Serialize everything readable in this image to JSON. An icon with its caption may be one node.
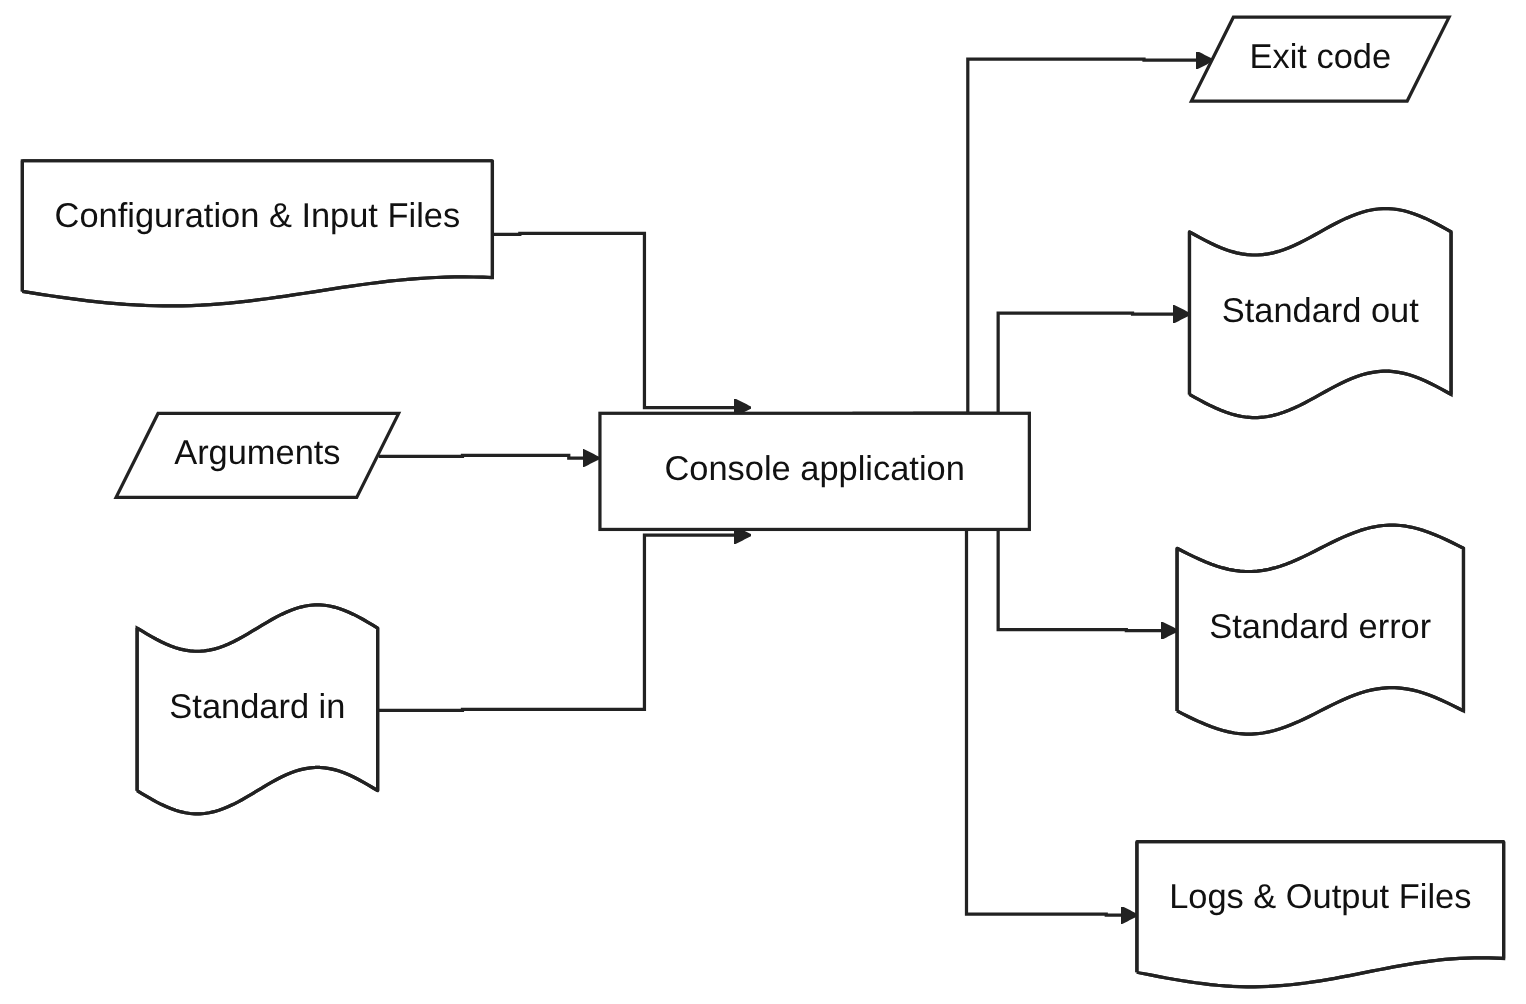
{
  "diagram": {
    "nodes": [
      {
        "text": [
          "Configuration & Input Files"
        ]
      },
      {
        "text": [
          "Arguments"
        ]
      },
      {
        "text": [
          "Exit code"
        ]
      },
      {
        "text": [
          "Console application"
        ]
      },
      {
        "text": [
          "Standard in"
        ]
      },
      {
        "text": [
          "Standard out"
        ]
      },
      {
        "text": [
          "Standard error"
        ]
      },
      {
        "text": [
          "Logs & Output Files"
        ]
      }
    ],
    "edges": [
      {
        "from": 0,
        "to": 3,
        "arrow": "to"
      },
      {
        "from": 1,
        "to": 3,
        "arrow": "to"
      },
      {
        "from": 4,
        "to": 3,
        "arrow": "to"
      },
      {
        "from": 3,
        "to": 2,
        "arrow": "to"
      },
      {
        "from": 3,
        "to": 5,
        "arrow": "to"
      },
      {
        "from": 3,
        "to": 6,
        "arrow": "to"
      },
      {
        "from": 3,
        "to": 7,
        "arrow": "to"
      }
    ]
  }
}
